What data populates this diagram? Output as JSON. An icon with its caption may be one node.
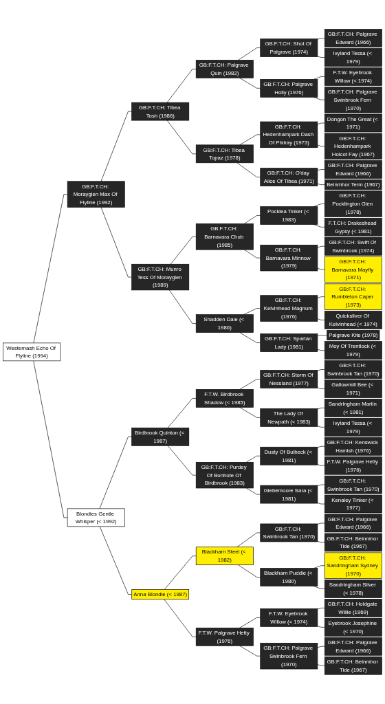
{
  "diagram": {
    "nodes": [
      {
        "text": [
          "GB:F.T.CH: Palgrave Edward (1966)"
        ]
      },
      {
        "text": [
          "GB:F.T.CH: Shot Of Palgrave (1974)"
        ]
      },
      {
        "text": [
          "Ivyland Tessa (< 1979)"
        ]
      },
      {
        "text": [
          "GB:F.T.CH: Palgrave Quin (1982)"
        ]
      },
      {
        "text": [
          "F.T.W. Eyebrook Willow (< 1974)"
        ]
      },
      {
        "text": [
          "GB:F.T.CH: Palgrave Holly (1976)"
        ]
      },
      {
        "text": [
          "GB:F.T.CH: Palgrave Swinbrook Fern (1970)"
        ]
      },
      {
        "text": [
          "GB:F.T.CH: Tibea Tosh (1986)"
        ]
      },
      {
        "text": [
          "Dongon The Great (< 1971)"
        ]
      },
      {
        "text": [
          "GB:F.T.CH: Hedenhampark Dash Of Philray (1973)"
        ]
      },
      {
        "text": [
          "GB:F.T.CH: Hedenhampark Holcot Fay (1967)"
        ]
      },
      {
        "text": [
          "GB:F.T.CH: Tibea Topaz (1978)"
        ]
      },
      {
        "text": [
          "GB:F.T.CH: Palgrave Edward (1966)"
        ]
      },
      {
        "text": [
          "GB:F.T.CH: O'day Alice Of Tibea (1971)"
        ]
      },
      {
        "text": [
          "Beinmhor Term (1967)"
        ]
      },
      {
        "text": [
          "GB:F.T.CH: Morayglen Max Of Flyline (1992)"
        ]
      },
      {
        "text": [
          "GB:F.T.CH: Pocklington Glen (1978)"
        ]
      },
      {
        "text": [
          "Pocklea Tinker (< 1983)"
        ]
      },
      {
        "text": [
          "F.T.CH: Drakeshead Gypsy (< 1981)"
        ]
      },
      {
        "text": [
          "GB:F.T.CH: Barnavara Chub (1985)"
        ]
      },
      {
        "text": [
          "GB:F.T.CH: Swift Of Swinbrook (1974)"
        ]
      },
      {
        "text": [
          "GB:F.T.CH: Barnavara Minnow (1979)"
        ]
      },
      {
        "text": [
          "GB:F.T.CH: Barnavara Mayfly (1971)"
        ]
      },
      {
        "text": [
          "GB:F.T.CH: Munro Tess Of Morayglen (1989)"
        ]
      },
      {
        "text": [
          "GB:F.T.CH: Rumbleton Caper (1973)"
        ]
      },
      {
        "text": [
          "GB:F.T.CH: Kelvinhead Magnum (1976)"
        ]
      },
      {
        "text": [
          "Quicksilver Of Kelvinhead (< 1974)"
        ]
      },
      {
        "text": [
          "Shadden Dale (< 1986)"
        ]
      },
      {
        "text": [
          "Palgrave Kite (1978)"
        ]
      },
      {
        "text": [
          "GB:F.T.CH: Spartan Lady (1981)"
        ]
      },
      {
        "text": [
          "Moy Of Trentlock (< 1979)"
        ]
      },
      {
        "text": [
          "Westernash Echo Of Flyline (1994)"
        ]
      },
      {
        "text": [
          "GB:F.T.CH: Swinbrook Tan (1970)"
        ]
      },
      {
        "text": [
          "GB:F.T.CH: Storm Of Nessland (1977)"
        ]
      },
      {
        "text": [
          "Gallowmill Bee (< 1971)"
        ]
      },
      {
        "text": [
          "F.T.W. Birdbrook Shadow (< 1985)"
        ]
      },
      {
        "text": [
          "Sandringham Martin (< 1981)"
        ]
      },
      {
        "text": [
          "The Lady Of Newpath (< 1983)"
        ]
      },
      {
        "text": [
          "Ivyland Tessa (< 1979)"
        ]
      },
      {
        "text": [
          "Birdbrook Quinton (< 1987)"
        ]
      },
      {
        "text": [
          "GB:F.T.CH: Kenswick Hamish (1976)"
        ]
      },
      {
        "text": [
          "Dusty Of Bulbeck (< 1981)"
        ]
      },
      {
        "text": [
          "F.T.W. Palgrave Hetty (1976)"
        ]
      },
      {
        "text": [
          "GB:F.T.CH: Purdey Of Bonhote Of Birdbrook (1983)"
        ]
      },
      {
        "text": [
          "GB:F.T.CH: Swinbrook Tan (1970)"
        ]
      },
      {
        "text": [
          "Glebemoore Sara (< 1981)"
        ]
      },
      {
        "text": [
          "Kenaley Tinker (< 1977)"
        ]
      },
      {
        "text": [
          "Blondies Gentle Whisper (< 1992)"
        ]
      },
      {
        "text": [
          "GB:F.T.CH: Palgrave Edward (1966)"
        ]
      },
      {
        "text": [
          "GB:F.T.CH: Swinbrook Tan (1970)"
        ]
      },
      {
        "text": [
          "GB:F.T.CH: Beinmhor Tide (1967)"
        ]
      },
      {
        "text": [
          "Blackharn Steel (< 1982)"
        ]
      },
      {
        "text": [
          "GB:F.T.CH: Sandringham Sydney (1970)"
        ]
      },
      {
        "text": [
          "Blackharn Puddie (< 1980)"
        ]
      },
      {
        "text": [
          "Sandringham Silver (< 1978)"
        ]
      },
      {
        "text": [
          "Anna Blondie (< 1987)"
        ]
      },
      {
        "text": [
          "GB:F.T.CH: Holdgate Willie (1969)"
        ]
      },
      {
        "text": [
          "F.T.W. Eyebrook Willow (< 1974)"
        ]
      },
      {
        "text": [
          "Eyebrook Josephine (< 1970)"
        ]
      },
      {
        "text": [
          "F.T.W. Palgrave Hetty (1976)"
        ]
      },
      {
        "text": [
          "GB:F.T.CH: Palgrave Edward (1966)"
        ]
      },
      {
        "text": [
          "GB:F.T.CH: Palgrave Swinbrook Fern (1970)"
        ]
      },
      {
        "text": [
          "GB:F.T.CH: Beinmhor Tide (1967)"
        ]
      }
    ],
    "edges": [
      {
        "from": 31,
        "to": 15,
        "arrow": "none"
      },
      {
        "from": 15,
        "to": 7,
        "arrow": "none"
      },
      {
        "from": 7,
        "to": 3,
        "arrow": "none"
      },
      {
        "from": 3,
        "to": 1,
        "arrow": "none"
      },
      {
        "from": 1,
        "to": 0,
        "arrow": "none"
      },
      {
        "from": 1,
        "to": 2,
        "arrow": "none"
      },
      {
        "from": 3,
        "to": 5,
        "arrow": "none"
      },
      {
        "from": 5,
        "to": 4,
        "arrow": "none"
      },
      {
        "from": 5,
        "to": 6,
        "arrow": "none"
      },
      {
        "from": 7,
        "to": 11,
        "arrow": "none"
      },
      {
        "from": 11,
        "to": 9,
        "arrow": "none"
      },
      {
        "from": 9,
        "to": 8,
        "arrow": "none"
      },
      {
        "from": 9,
        "to": 10,
        "arrow": "none"
      },
      {
        "from": 11,
        "to": 13,
        "arrow": "none"
      },
      {
        "from": 13,
        "to": 12,
        "arrow": "none"
      },
      {
        "from": 13,
        "to": 14,
        "arrow": "none"
      },
      {
        "from": 15,
        "to": 23,
        "arrow": "none"
      },
      {
        "from": 23,
        "to": 19,
        "arrow": "none"
      },
      {
        "from": 19,
        "to": 17,
        "arrow": "none"
      },
      {
        "from": 17,
        "to": 16,
        "arrow": "none"
      },
      {
        "from": 17,
        "to": 18,
        "arrow": "none"
      },
      {
        "from": 19,
        "to": 21,
        "arrow": "none"
      },
      {
        "from": 21,
        "to": 20,
        "arrow": "none"
      },
      {
        "from": 21,
        "to": 22,
        "arrow": "none"
      },
      {
        "from": 23,
        "to": 27,
        "arrow": "none"
      },
      {
        "from": 27,
        "to": 25,
        "arrow": "none"
      },
      {
        "from": 25,
        "to": 24,
        "arrow": "none"
      },
      {
        "from": 25,
        "to": 26,
        "arrow": "none"
      },
      {
        "from": 27,
        "to": 29,
        "arrow": "none"
      },
      {
        "from": 29,
        "to": 28,
        "arrow": "none"
      },
      {
        "from": 29,
        "to": 30,
        "arrow": "none"
      },
      {
        "from": 31,
        "to": 47,
        "arrow": "none"
      },
      {
        "from": 47,
        "to": 39,
        "arrow": "none"
      },
      {
        "from": 39,
        "to": 35,
        "arrow": "none"
      },
      {
        "from": 35,
        "to": 33,
        "arrow": "none"
      },
      {
        "from": 33,
        "to": 32,
        "arrow": "none"
      },
      {
        "from": 33,
        "to": 34,
        "arrow": "none"
      },
      {
        "from": 35,
        "to": 37,
        "arrow": "none"
      },
      {
        "from": 37,
        "to": 36,
        "arrow": "none"
      },
      {
        "from": 37,
        "to": 38,
        "arrow": "none"
      },
      {
        "from": 39,
        "to": 43,
        "arrow": "none"
      },
      {
        "from": 43,
        "to": 41,
        "arrow": "none"
      },
      {
        "from": 41,
        "to": 40,
        "arrow": "none"
      },
      {
        "from": 41,
        "to": 42,
        "arrow": "none"
      },
      {
        "from": 43,
        "to": 45,
        "arrow": "none"
      },
      {
        "from": 45,
        "to": 44,
        "arrow": "none"
      },
      {
        "from": 45,
        "to": 46,
        "arrow": "none"
      },
      {
        "from": 47,
        "to": 55,
        "arrow": "none"
      },
      {
        "from": 55,
        "to": 51,
        "arrow": "none"
      },
      {
        "from": 51,
        "to": 49,
        "arrow": "none"
      },
      {
        "from": 49,
        "to": 48,
        "arrow": "none"
      },
      {
        "from": 49,
        "to": 50,
        "arrow": "none"
      },
      {
        "from": 51,
        "to": 53,
        "arrow": "none"
      },
      {
        "from": 53,
        "to": 52,
        "arrow": "none"
      },
      {
        "from": 53,
        "to": 54,
        "arrow": "none"
      },
      {
        "from": 55,
        "to": 59,
        "arrow": "none"
      },
      {
        "from": 59,
        "to": 57,
        "arrow": "none"
      },
      {
        "from": 57,
        "to": 56,
        "arrow": "none"
      },
      {
        "from": 57,
        "to": 58,
        "arrow": "none"
      },
      {
        "from": 59,
        "to": 61,
        "arrow": "none"
      },
      {
        "from": 61,
        "to": 60,
        "arrow": "none"
      },
      {
        "from": 61,
        "to": 62,
        "arrow": "none"
      }
    ]
  }
}
